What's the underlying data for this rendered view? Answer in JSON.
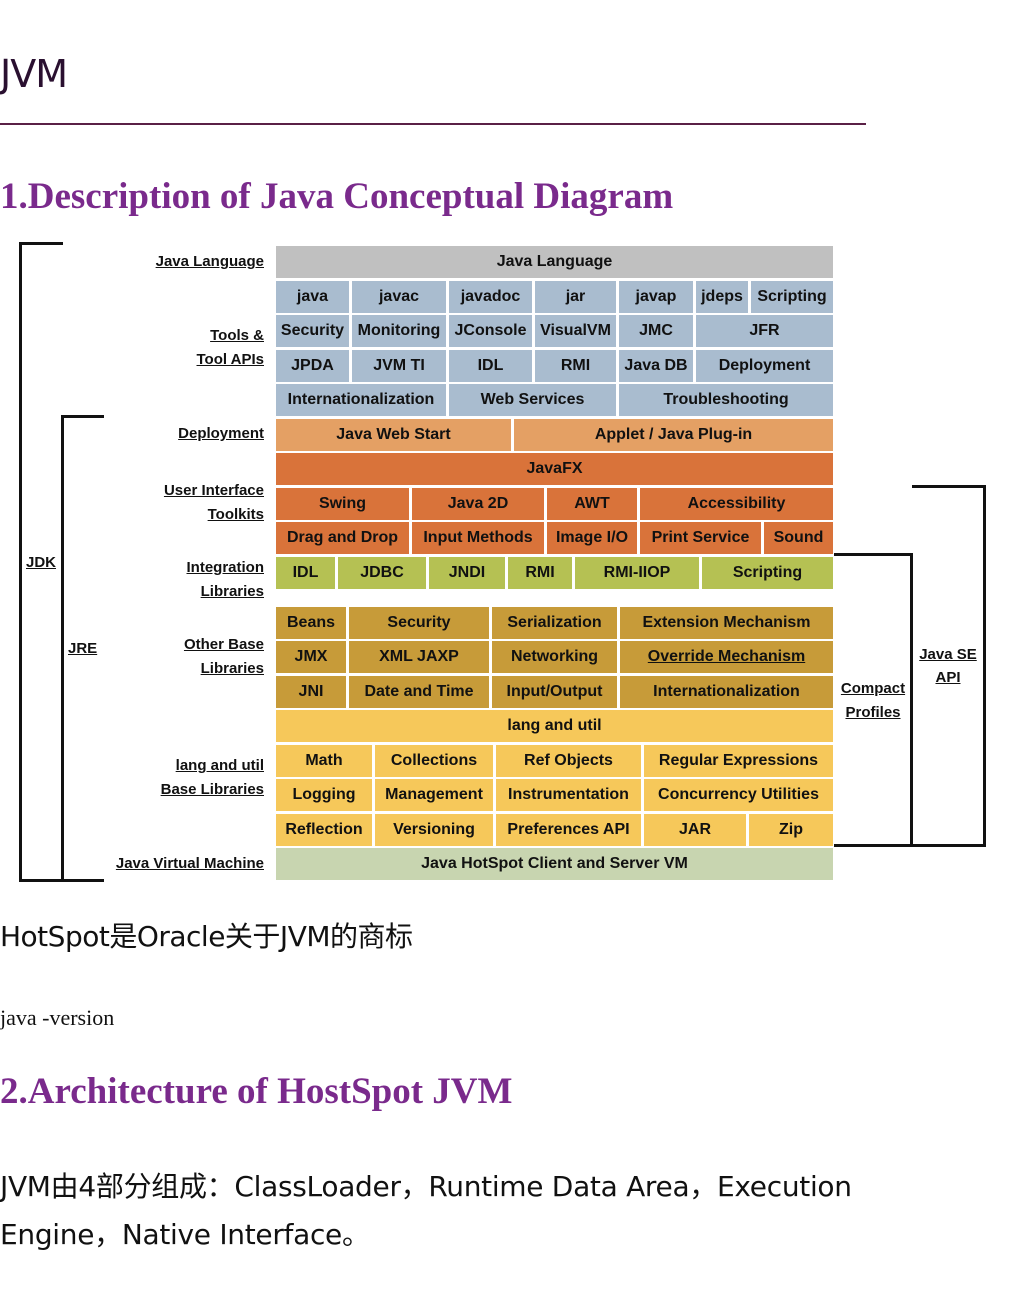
{
  "title": "JVM",
  "section1_heading": "1.Description of Java Conceptual Diagram",
  "diagram": {
    "side_labels": {
      "java_language": "Java Language",
      "tools_1": "Tools &",
      "tools_2": "Tool APIs",
      "deployment": "Deployment",
      "ui_1": "User Interface",
      "ui_2": "Toolkits",
      "integ_1": "Integration",
      "integ_2": "Libraries",
      "other_1": "Other Base",
      "other_2": "Libraries",
      "lang_1": "lang and util",
      "lang_2": "Base Libraries",
      "jvm": "Java Virtual Machine",
      "jdk": "JDK",
      "jre": "JRE",
      "compact_1": "Compact",
      "compact_2": "Profiles",
      "javase_1": "Java SE",
      "javase_2": "API"
    },
    "colors": {
      "gray": "#c0c0c0",
      "blue": "#a9bccf",
      "light_orange": "#e4a064",
      "orange": "#d9733a",
      "green": "#b5c153",
      "gold": "#c79b39",
      "yellow": "#f6c85a",
      "sage": "#c8d5b0"
    },
    "cells": {
      "java_language": "Java Language",
      "tools_r1": [
        "java",
        "javac",
        "javadoc",
        "jar",
        "javap",
        "jdeps",
        "Scripting"
      ],
      "tools_r2": [
        "Security",
        "Monitoring",
        "JConsole",
        "VisualVM",
        "JMC",
        "JFR"
      ],
      "tools_r3": [
        "JPDA",
        "JVM TI",
        "IDL",
        "RMI",
        "Java DB",
        "Deployment"
      ],
      "tools_r4": [
        "Internationalization",
        "Web Services",
        "Troubleshooting"
      ],
      "deploy": [
        "Java Web Start",
        "Applet / Java Plug-in"
      ],
      "javafx": "JavaFX",
      "ui_r1": [
        "Swing",
        "Java 2D",
        "AWT",
        "Accessibility"
      ],
      "ui_r2": [
        "Drag and Drop",
        "Input Methods",
        "Image I/O",
        "Print Service",
        "Sound"
      ],
      "integ": [
        "IDL",
        "JDBC",
        "JNDI",
        "RMI",
        "RMI-IIOP",
        "Scripting"
      ],
      "other_r1": [
        "Beans",
        "Security",
        "Serialization",
        "Extension Mechanism"
      ],
      "other_r2": [
        "JMX",
        "XML JAXP",
        "Networking",
        "Override Mechanism"
      ],
      "other_r3": [
        "JNI",
        "Date and Time",
        "Input/Output",
        "Internationalization"
      ],
      "lang_header": "lang and util",
      "lang_r1": [
        "Math",
        "Collections",
        "Ref Objects",
        "Regular Expressions"
      ],
      "lang_r2": [
        "Logging",
        "Management",
        "Instrumentation",
        "Concurrency Utilities"
      ],
      "lang_r3": [
        "Reflection",
        "Versioning",
        "Preferences API",
        "JAR",
        "Zip"
      ],
      "jvm": "Java HotSpot Client and Server VM"
    }
  },
  "paragraph1": "HotSpot是Oracle关于JVM的商标",
  "paragraph2": "java -version",
  "section2_heading": "2.Architecture of HostSpot JVM",
  "paragraph3": "JVM由4部分组成：ClassLoader，Runtime Data Area，Execution Engine，Native Interface。"
}
